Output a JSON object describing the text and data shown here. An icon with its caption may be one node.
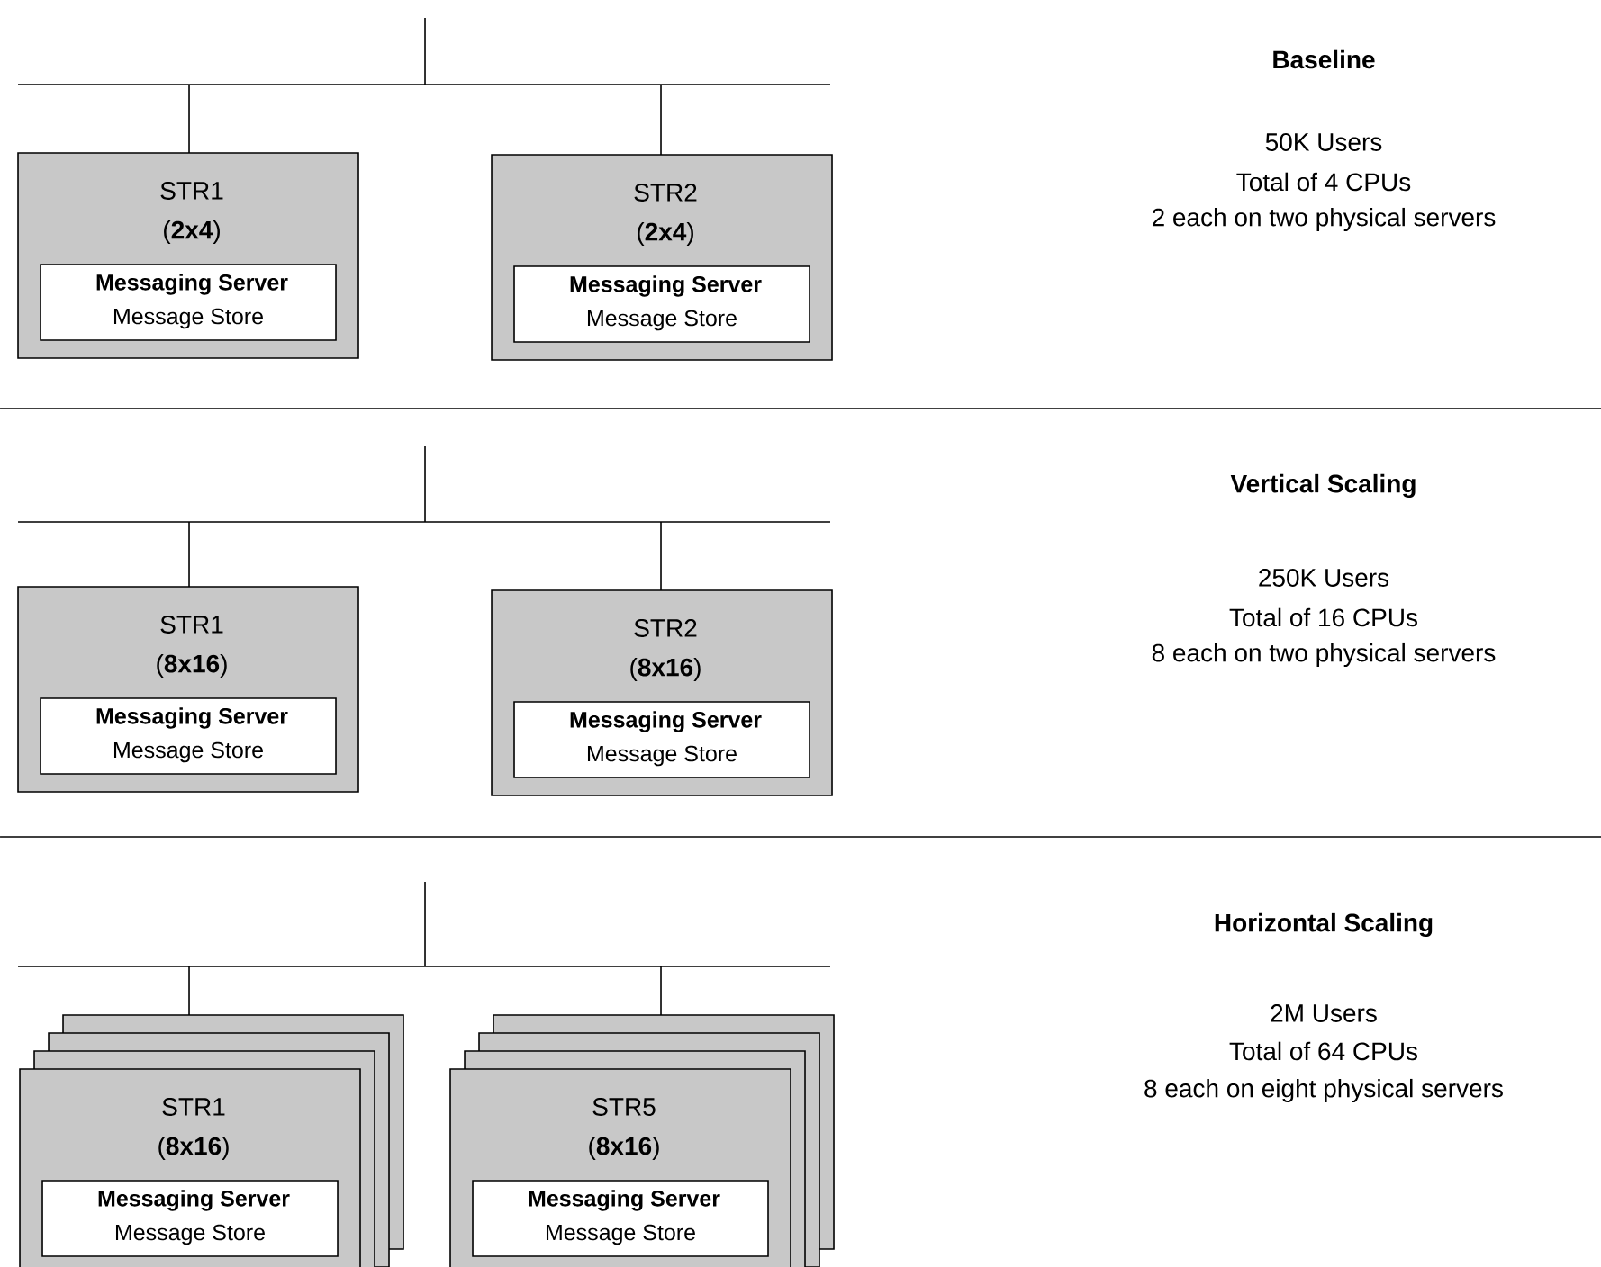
{
  "diagram": {
    "nodes": [
      {
        "text": [],
        "shape": "bar"
      },
      {
        "text": [
          "STR1",
          "(**2x4**)"
        ]
      },
      {
        "text": [
          "Messaging Server",
          "Message Store"
        ],
        "in": 1
      },
      {
        "text": [
          "STR2",
          "(**2x4**)"
        ]
      },
      {
        "text": [
          "Messaging Server",
          "Message Store"
        ],
        "in": 3
      },
      {
        "text": [],
        "shape": "bar"
      },
      {
        "text": [
          "STR1",
          "(**8x16**)"
        ]
      },
      {
        "text": [
          "Messaging Server",
          "Message Store"
        ],
        "in": 6
      },
      {
        "text": [
          "STR2",
          "(**8x16**)"
        ]
      },
      {
        "text": [
          "Messaging Server",
          "Message Store"
        ],
        "in": 8
      },
      {
        "text": [],
        "shape": "bar"
      },
      {
        "text": [
          "STR1",
          "(**8x16**)"
        ]
      },
      {
        "text": [
          "Messaging Server",
          "Message Store"
        ],
        "in": 11
      },
      {
        "text": [
          "STR5",
          "(**8x16**)"
        ]
      },
      {
        "text": [
          "Messaging Server",
          "Message Store"
        ],
        "in": 13
      }
    ],
    "edges": [
      {
        "from": null,
        "to": 0,
        "arrow": "none"
      },
      {
        "from": 0,
        "to": 1,
        "arrow": "none"
      },
      {
        "from": 0,
        "to": 3,
        "arrow": "none"
      },
      {
        "from": null,
        "to": 5,
        "arrow": "none"
      },
      {
        "from": 5,
        "to": 6,
        "arrow": "none"
      },
      {
        "from": 5,
        "to": 8,
        "arrow": "none"
      },
      {
        "from": null,
        "to": 10,
        "arrow": "none"
      },
      {
        "from": 10,
        "to": 11,
        "arrow": "none"
      },
      {
        "from": 10,
        "to": 13,
        "arrow": "none"
      }
    ],
    "labels": [
      "Baseline",
      "50K Users",
      "Total of 4 CPUs",
      "2 each on two physical servers",
      "Vertical Scaling",
      "250K Users",
      "Total of 16 CPUs",
      "8 each on two physical servers",
      "Horizontal Scaling",
      "2M Users",
      "Total of 64 CPUs",
      "8 each on eight physical servers"
    ]
  }
}
